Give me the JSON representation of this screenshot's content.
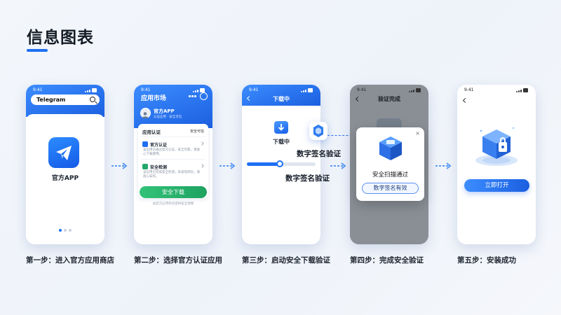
{
  "page": {
    "title": "信息图表"
  },
  "colors": {
    "accent": "#1f6ff2",
    "green": "#1ea25f",
    "bg": "#f3f6fb"
  },
  "status": {
    "time": "9:41"
  },
  "steps": [
    {
      "label": "第一步：进入官方应用商店"
    },
    {
      "label": "第二步：选择官方认证应用"
    },
    {
      "label": "第三步：启动安全下载验证"
    },
    {
      "label": "第四步：完成安全验证"
    },
    {
      "label": "第五步：安装成功"
    }
  ],
  "phone1": {
    "search_value": "Telegram",
    "search_icon": "search-icon",
    "app_icon": "paper-plane-icon",
    "app_name": "官方APP",
    "pager": {
      "count": 3,
      "active": 0
    }
  },
  "phone2": {
    "header_title": "应用市场",
    "app_name": "官方APP",
    "app_sub": "认证应用 · 安全可信",
    "card_title": "应用认证",
    "card_tag": "安全可信",
    "rows": [
      {
        "name": "官方认证",
        "desc": "该应用已通过官方认证，安全可靠，请放心下载使用。"
      },
      {
        "name": "安全检测",
        "desc": "该应用已完成安全检测，未发现风险，请放心安装。"
      }
    ],
    "download_button": "安全下载",
    "note": "由官方应用商店提供安全保障"
  },
  "phone3": {
    "header_title": "下载中",
    "status_text": "下载中",
    "progress": 0.48,
    "callout_top": "数字签名验证",
    "callout_bottom": "数字签名验证"
  },
  "phone4": {
    "header_title": "验证完成",
    "modal_close": "×",
    "modal_pass": "安全扫描通过",
    "modal_pill": "数字签名有效"
  },
  "phone5": {
    "hero_icon": "secure-package-icon",
    "open_button": "立即打开"
  }
}
